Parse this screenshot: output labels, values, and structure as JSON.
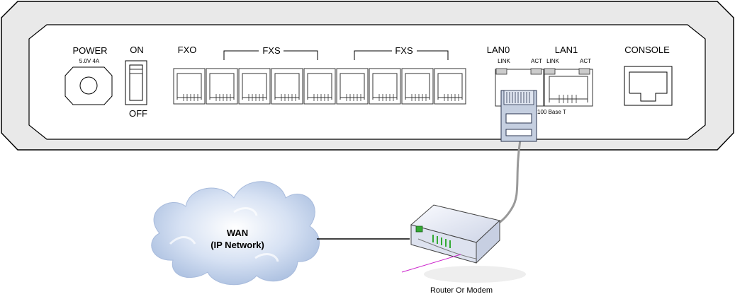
{
  "device": {
    "power_label": "POWER",
    "power_rating": "5.0V 4A",
    "switch_on_label": "ON",
    "switch_off_label": "OFF",
    "fxo_label": "FXO",
    "fxs_group_label_1": "FXS",
    "fxs_group_label_2": "FXS",
    "lan0_label": "LAN0",
    "lan1_label": "LAN1",
    "lan0_link_label": "LINK",
    "lan0_act_label": "ACT",
    "lan1_link_label": "LINK",
    "lan1_act_label": "ACT",
    "lan_speed_label": "100 Base T",
    "console_label": "CONSOLE"
  },
  "network": {
    "wan_label": "WAN",
    "wan_sublabel": "(IP Network)",
    "router_label": "Router Or Modem"
  },
  "colors": {
    "panel_fill": "#e9e9e9",
    "cloud_fill": "#c3d3ee",
    "plug_fill": "#c5cfe0",
    "cable": "#999999",
    "router_body": "#eef0f7",
    "router_led": "#33aa33",
    "accent_line": "#cc22cc"
  }
}
